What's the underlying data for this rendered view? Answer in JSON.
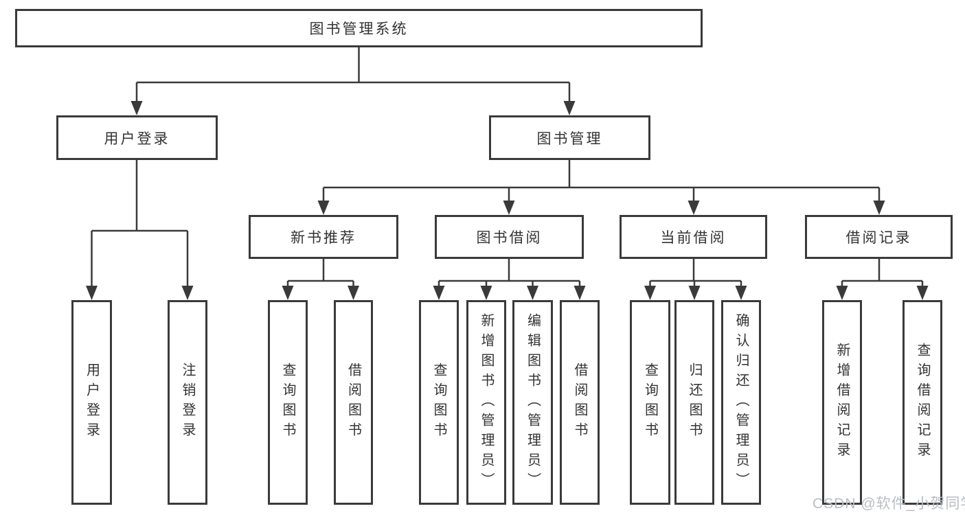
{
  "diagram": {
    "watermark": "CSDN @软件_小贺同学",
    "colors": {
      "line": "#3a3a3a",
      "text": "#333333",
      "background": "#ffffff",
      "watermark": "#b9bdc3"
    },
    "tree": {
      "label": "图书管理系统",
      "children": [
        {
          "label": "用户登录",
          "children": [
            {
              "label": "用户登录"
            },
            {
              "label": "注销登录"
            }
          ]
        },
        {
          "label": "图书管理",
          "children": [
            {
              "label": "新书推荐",
              "children": [
                {
                  "label": "查询图书"
                },
                {
                  "label": "借阅图书"
                }
              ]
            },
            {
              "label": "图书借阅",
              "children": [
                {
                  "label": "查询图书"
                },
                {
                  "label": "新增图书（管理员）"
                },
                {
                  "label": "编辑图书（管理员）"
                },
                {
                  "label": "借阅图书"
                }
              ]
            },
            {
              "label": "当前借阅",
              "children": [
                {
                  "label": "查询图书"
                },
                {
                  "label": "归还图书"
                },
                {
                  "label": "确认归还（管理员）"
                }
              ]
            },
            {
              "label": "借阅记录",
              "children": [
                {
                  "label": "新增借阅记录"
                },
                {
                  "label": "查询借阅记录"
                }
              ]
            }
          ]
        }
      ]
    }
  }
}
